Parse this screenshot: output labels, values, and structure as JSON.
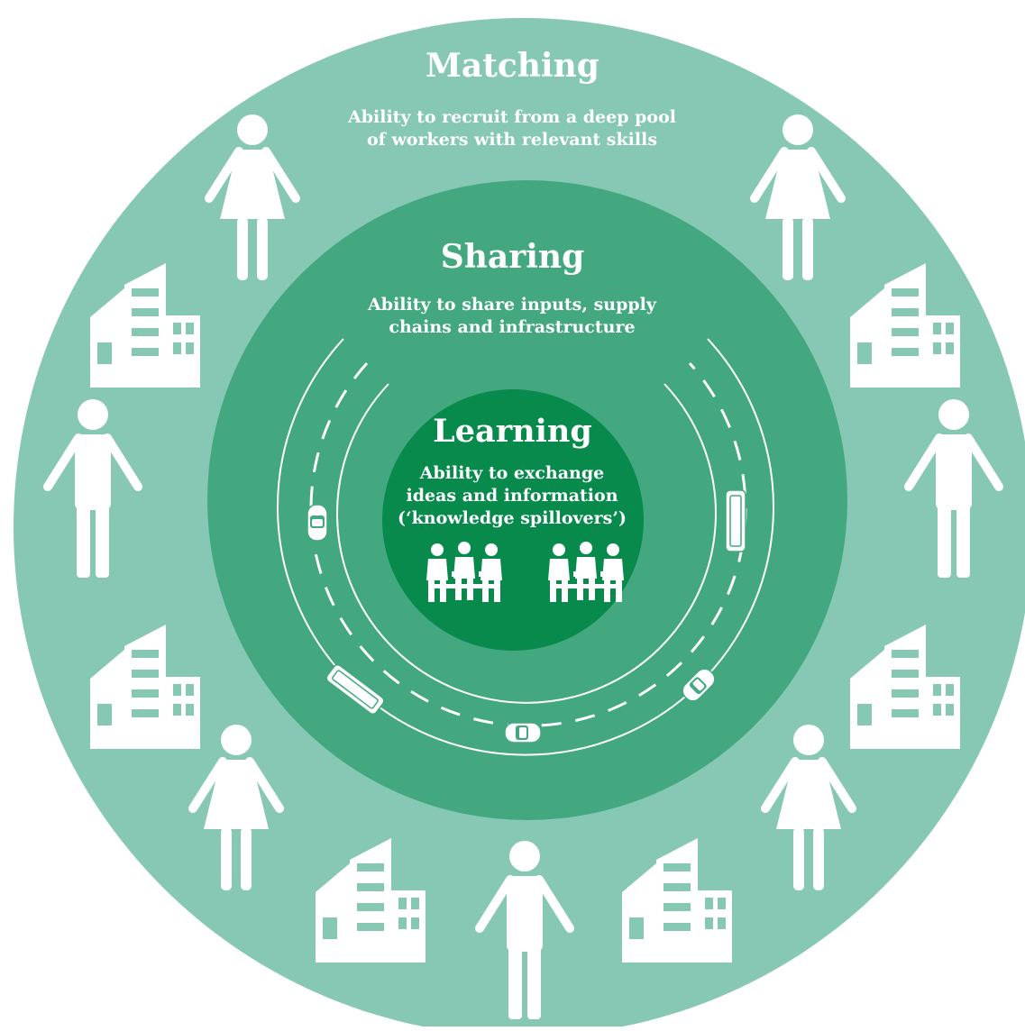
{
  "colors": {
    "outer_ring": "#86c8b4",
    "middle_ring": "#43a880",
    "inner_circle": "#088a4c",
    "icons": "#ffffff"
  },
  "rings": [
    {
      "id": "matching",
      "title": "Matching",
      "description_lines": [
        "Ability to recruit from a deep pool",
        "of workers with relevant skills"
      ]
    },
    {
      "id": "sharing",
      "title": "Sharing",
      "description_lines": [
        "Ability to share inputs, supply",
        "chains and infrastructure"
      ]
    },
    {
      "id": "learning",
      "title": "Learning",
      "description_lines": [
        "Ability to exchange",
        "ideas and information",
        "(‘knowledge spillovers’)"
      ]
    }
  ],
  "outer_ring_icons": [
    "woman-icon",
    "man-icon",
    "building-icon"
  ],
  "road_icons": [
    "car-icon",
    "bus-icon",
    "dashed-lane-icon"
  ],
  "inner_icons": [
    "meeting-group-icon",
    "meeting-group-icon"
  ]
}
